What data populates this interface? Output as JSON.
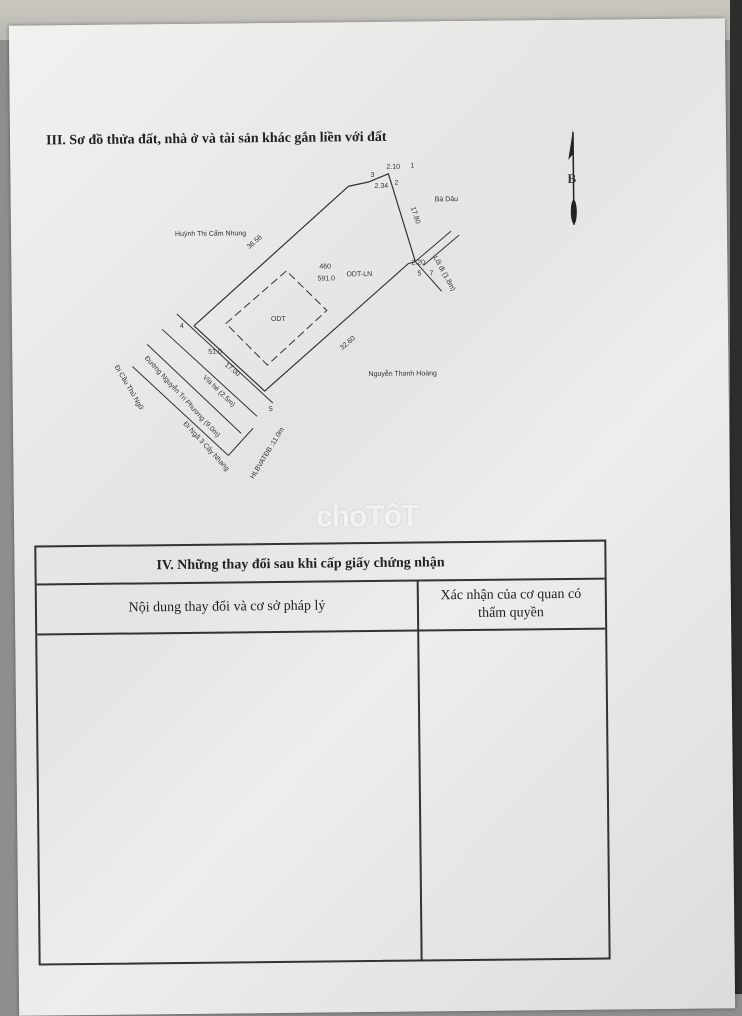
{
  "section3": {
    "title": "III. Sơ đồ thửa đất, nhà ở và tài sản khác gắn liền với đất",
    "north_label": "B",
    "diagram": {
      "points": [
        "1",
        "2",
        "3",
        "4",
        "5",
        "5",
        "7"
      ],
      "edge_2_1": "2.10",
      "edge_3_2": "2.34",
      "edge_1_7": "17.80",
      "edge_top": "36.56",
      "edge_bottom": "32.60",
      "edge_5_7": "2.20",
      "parcel_number": "460",
      "area": "591.0",
      "land_use": "ODT-LN",
      "house_label": "ODT",
      "front_area": "51.0",
      "front_width": "17.00",
      "neighbor_top": "Huỳnh Thị Cẩm Nhung",
      "neighbor_right": "Bà Dâu",
      "neighbor_bottom": "Nguyễn Thanh Hoàng",
      "alley": "Lối đi (1.8m)",
      "sidewalk": "Vỉa hè (2.5m)",
      "road": "Đường Nguyễn Tri Phương (9.0m)",
      "to_left": "Đi Cầu Thủ Ngữ",
      "to_right": "Đi Ngã 3 Cây Nhang",
      "corridor": "HLBVATĐB :11.0m"
    }
  },
  "section4": {
    "title": "IV. Những thay đổi sau khi cấp giấy chứng nhận",
    "col1": "Nội dung thay đổi và cơ sở pháp lý",
    "col2_line1": "Xác nhận của cơ quan có",
    "col2_line2": "thẩm quyền"
  },
  "watermark": "choTốT"
}
